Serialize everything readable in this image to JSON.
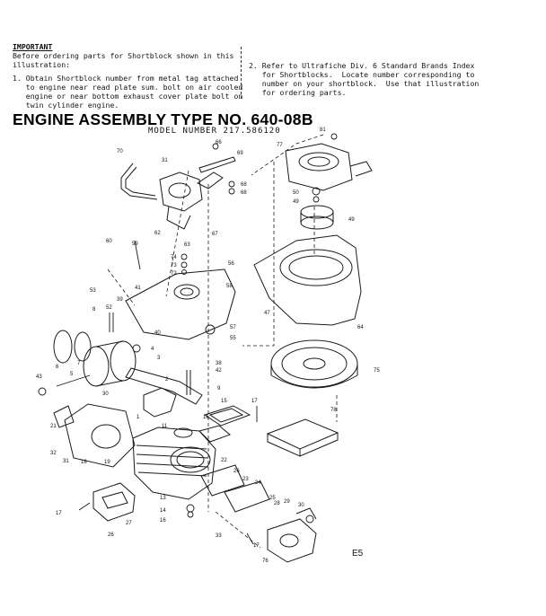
{
  "notes": {
    "heading": "IMPORTANT",
    "intro": [
      "Before ordering parts for Shortblock shown in this",
      "illustration:"
    ],
    "step1": [
      "1. Obtain Shortblock number from metal tag attached",
      "   to engine near read plate sum. bolt on air cooled",
      "   engine or near bottom exhaust cover plate bolt on",
      "   twin cylinder engine."
    ],
    "step2": [
      "2. Refer to Ultrafiche Div. 6 Standard Brands Index",
      "   for Shortblocks.  Locate number corresponding to",
      "   number on your shortblock.  Use that illustration",
      "   for ordering parts."
    ]
  },
  "title": "ENGINE ASSEMBLY TYPE NO. 640-08B",
  "model": "MODEL NUMBER  217.586120",
  "page_code": "E5",
  "parts": {
    "p70": "70",
    "p31": "31",
    "p66": "66",
    "p68a": "68",
    "p69": "69",
    "p68b": "68",
    "p77": "77",
    "p81": "81",
    "p50": "50",
    "p49a": "49",
    "p49b": "49",
    "p62": "62",
    "p63": "63",
    "p67": "67",
    "p60": "60",
    "p59": "59",
    "p74": "74",
    "p73": "73",
    "p72": "72",
    "p56": "56",
    "p41": "41",
    "p53": "53",
    "p39": "39",
    "p58": "58",
    "p64": "64",
    "p47": "47",
    "p57": "57",
    "p55": "55",
    "p8": "8",
    "p52": "52",
    "p40": "40",
    "p6": "6",
    "p7": "7",
    "p4": "4",
    "p3": "3",
    "p38": "38",
    "p42": "42",
    "p75": "75",
    "p43": "43",
    "p5": "5",
    "p2": "2",
    "p9": "9",
    "p30": "30",
    "p15": "15",
    "p17a": "17",
    "p1": "1",
    "p11": "11",
    "p16": "16",
    "p78": "78",
    "p21": "21",
    "p32": "32",
    "p31b": "31",
    "p18": "18",
    "p19": "19",
    "p22": "22",
    "p26a": "26",
    "p23": "23",
    "p24": "24",
    "p25": "25",
    "p28": "28",
    "p29": "29",
    "p30b": "30",
    "p13": "13",
    "p14": "14",
    "p16b": "16",
    "p17b": "17",
    "p27": "27",
    "p26b": "26",
    "p33": "33",
    "p17c": "17",
    "p76": "76"
  }
}
